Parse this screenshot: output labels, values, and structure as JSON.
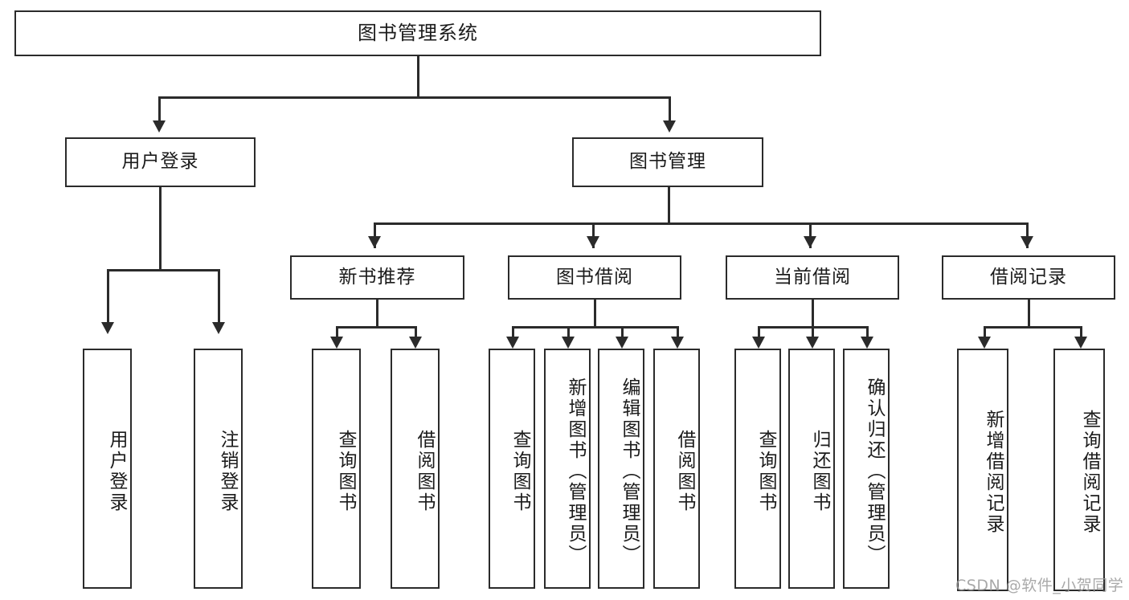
{
  "diagram": {
    "title": "图书管理系统",
    "type": "hierarchy-tree",
    "root": {
      "label": "图书管理系统"
    },
    "level2": [
      {
        "label": "用户登录"
      },
      {
        "label": "图书管理"
      }
    ],
    "level3": [
      {
        "label": "新书推荐"
      },
      {
        "label": "图书借阅"
      },
      {
        "label": "当前借阅"
      },
      {
        "label": "借阅记录"
      }
    ],
    "leaves": {
      "user_login": [
        {
          "label": "用户登录"
        },
        {
          "label": "注销登录"
        }
      ],
      "new_book_recommend": [
        {
          "label": "查询图书"
        },
        {
          "label": "借阅图书"
        }
      ],
      "book_borrow": [
        {
          "label": "查询图书"
        },
        {
          "label": "新增图书（管理员）"
        },
        {
          "label": "编辑图书（管理员）"
        },
        {
          "label": "借阅图书"
        }
      ],
      "current_borrow": [
        {
          "label": "查询图书"
        },
        {
          "label": "归还图书"
        },
        {
          "label": "确认归还（管理员）"
        }
      ],
      "borrow_record": [
        {
          "label": "新增借阅记录"
        },
        {
          "label": "查询借阅记录"
        }
      ]
    }
  },
  "watermark": {
    "text": "CSDN @软件_小贺同学"
  },
  "colors": {
    "stroke": "#2b2b2b",
    "fill": "#ffffff",
    "text": "#1b1b1b",
    "watermark": "#9b9b9b"
  }
}
